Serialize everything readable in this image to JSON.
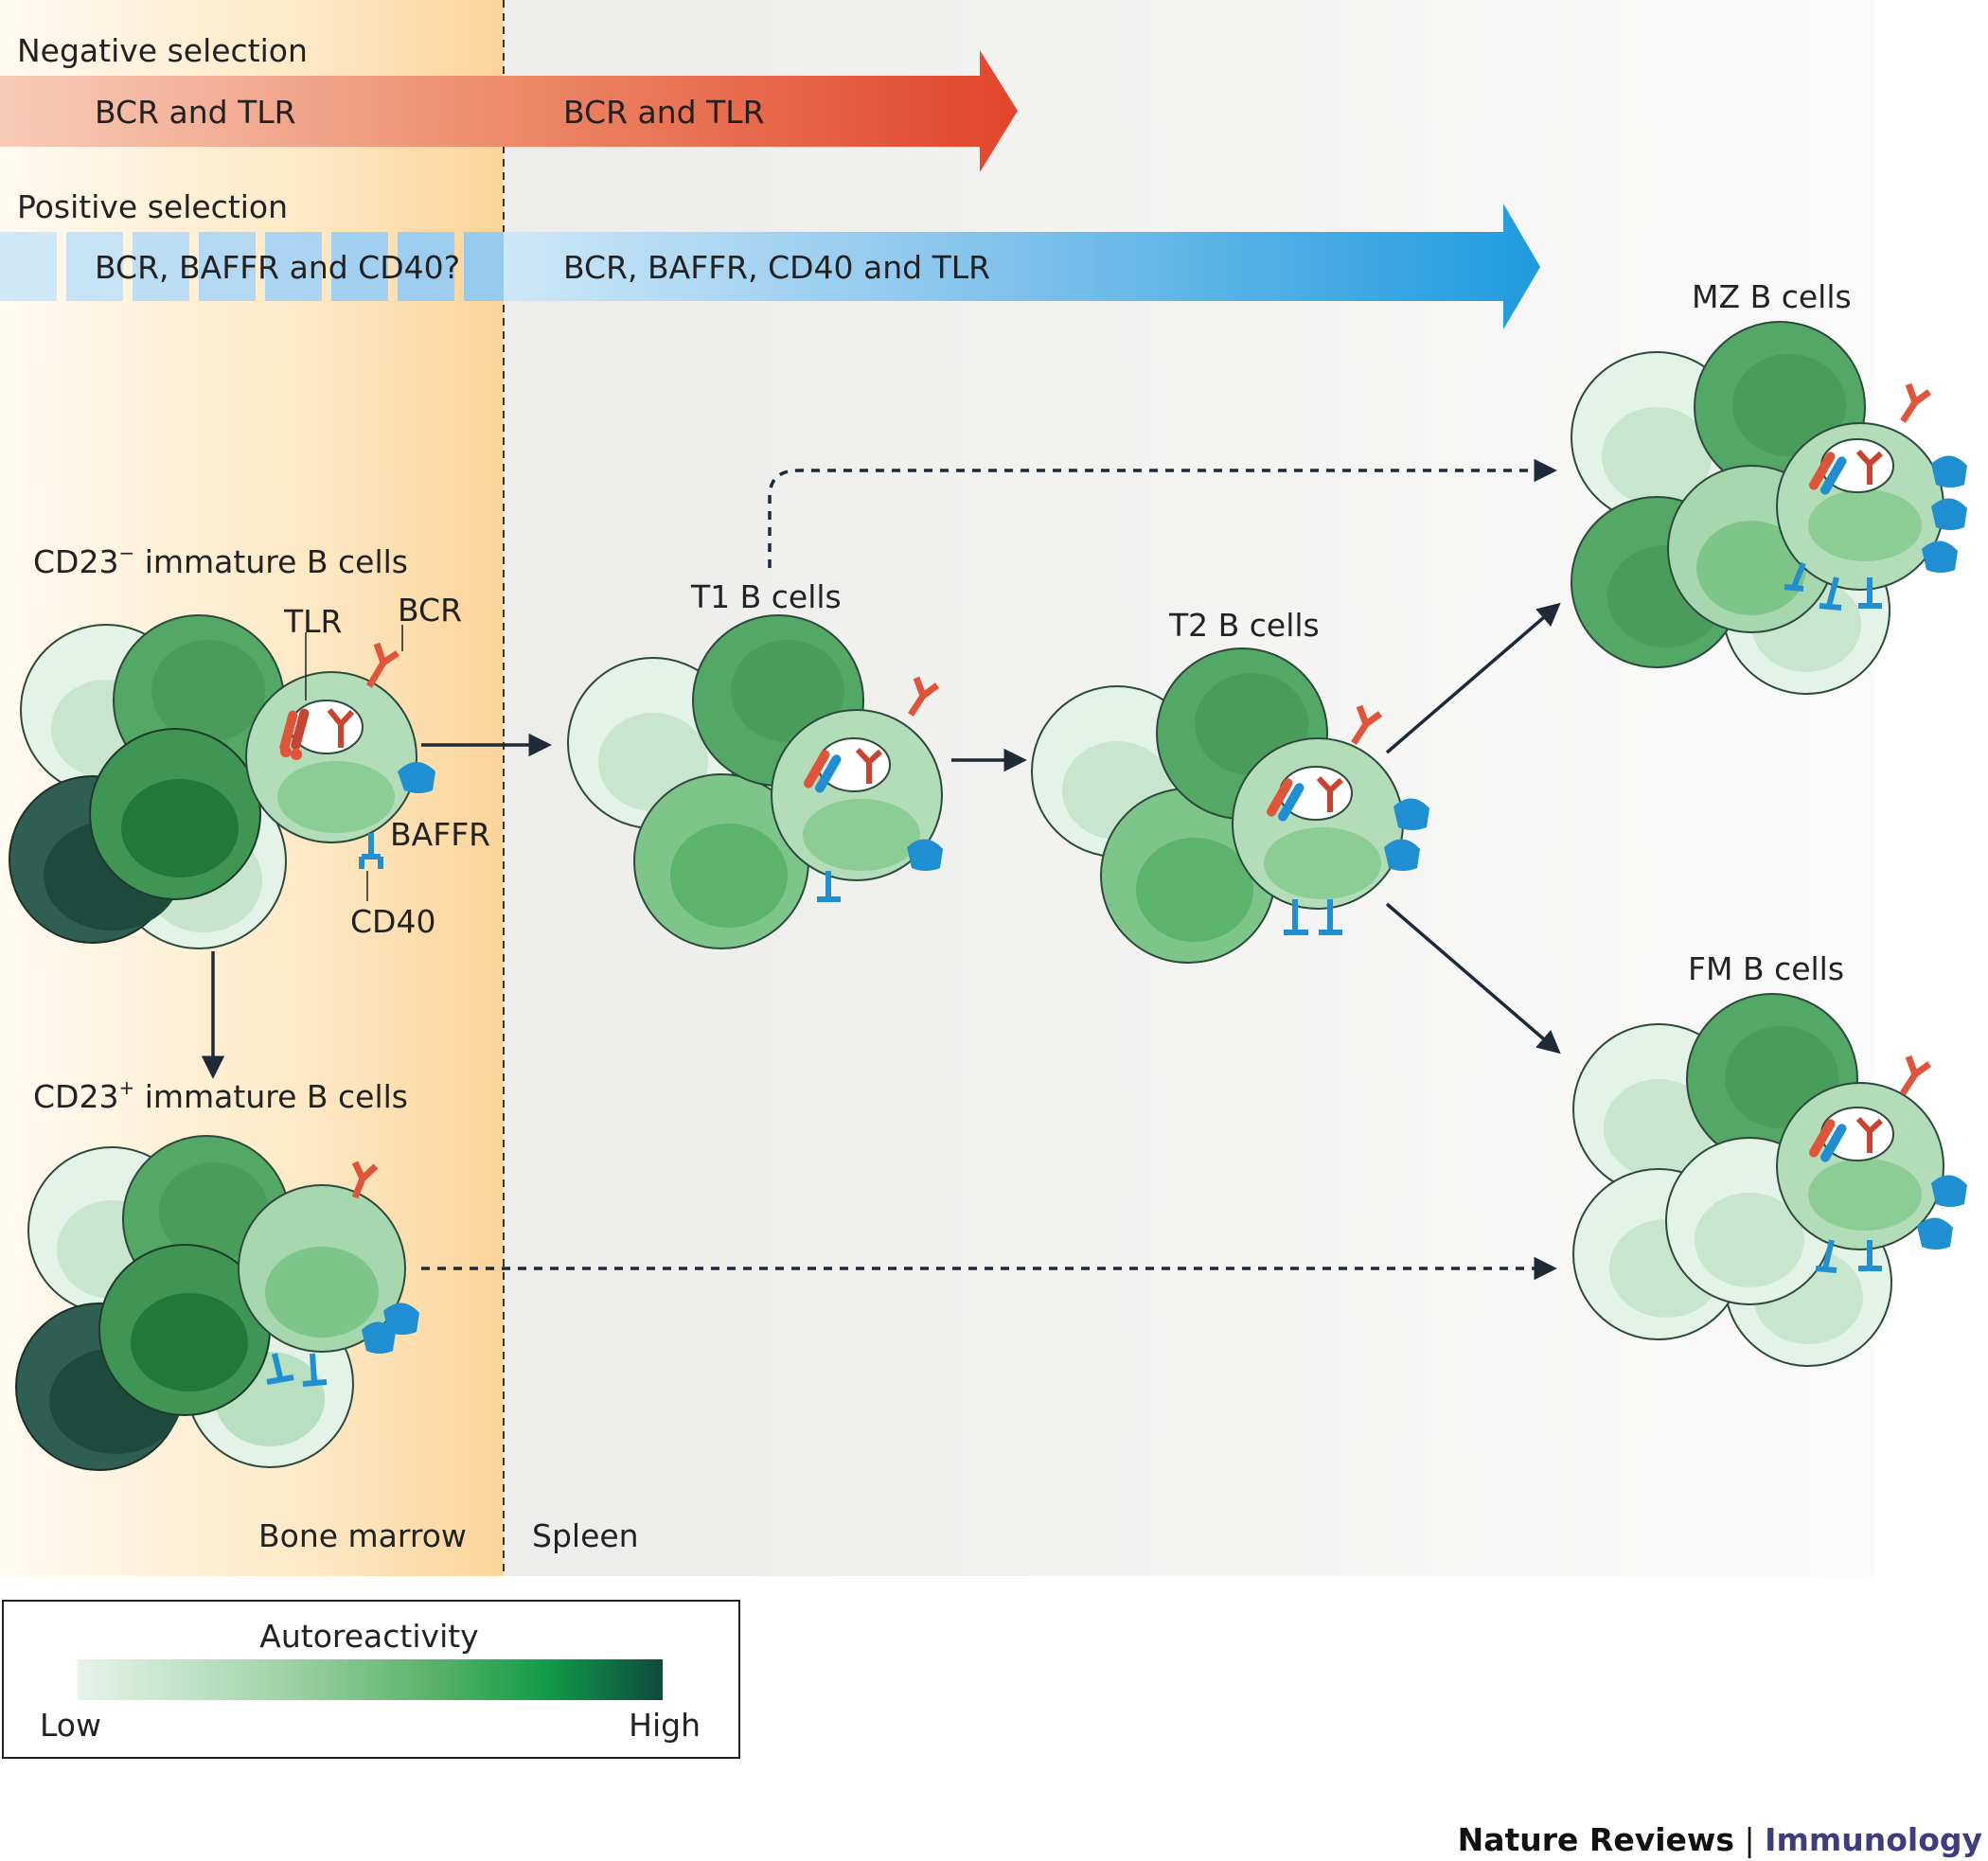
{
  "negative_selection": {
    "title": "Negative selection",
    "bone_marrow_label": "BCR and TLR",
    "spleen_label": "BCR and TLR"
  },
  "positive_selection": {
    "title": "Positive selection",
    "bone_marrow_label": "BCR, BAFFR and CD40?",
    "spleen_label": "BCR, BAFFR, CD40 and TLR"
  },
  "regions": {
    "bone_marrow": "Bone marrow",
    "spleen": "Spleen"
  },
  "cells": {
    "cd23_neg": {
      "label_main": "CD23",
      "label_sup": "−",
      "label_rest": " immature B cells"
    },
    "cd23_pos": {
      "label_main": "CD23",
      "label_sup": "+",
      "label_rest": " immature B cells"
    },
    "t1": "T1 B cells",
    "t2": "T2 B cells",
    "mz": "MZ B cells",
    "fm": "FM B cells"
  },
  "receptors": {
    "tlr": "TLR",
    "bcr": "BCR",
    "baffr": "BAFFR",
    "cd40": "CD40"
  },
  "legend": {
    "title": "Autoreactivity",
    "low": "Low",
    "high": "High",
    "colors": [
      "#e6f4ea",
      "#9fd3a7",
      "#5cb36c",
      "#119c48",
      "#0e4a3e"
    ]
  },
  "colors": {
    "negative_arrow": "#e2452b",
    "positive_arrow": "#1e9bde",
    "bone_marrow_bg": "#fbd9a6",
    "tlr_red": "#e0553a",
    "receptor_blue": "#1f8fd2"
  },
  "credit": {
    "journal": "Nature Reviews",
    "separator": " | ",
    "section": "Immunology"
  }
}
